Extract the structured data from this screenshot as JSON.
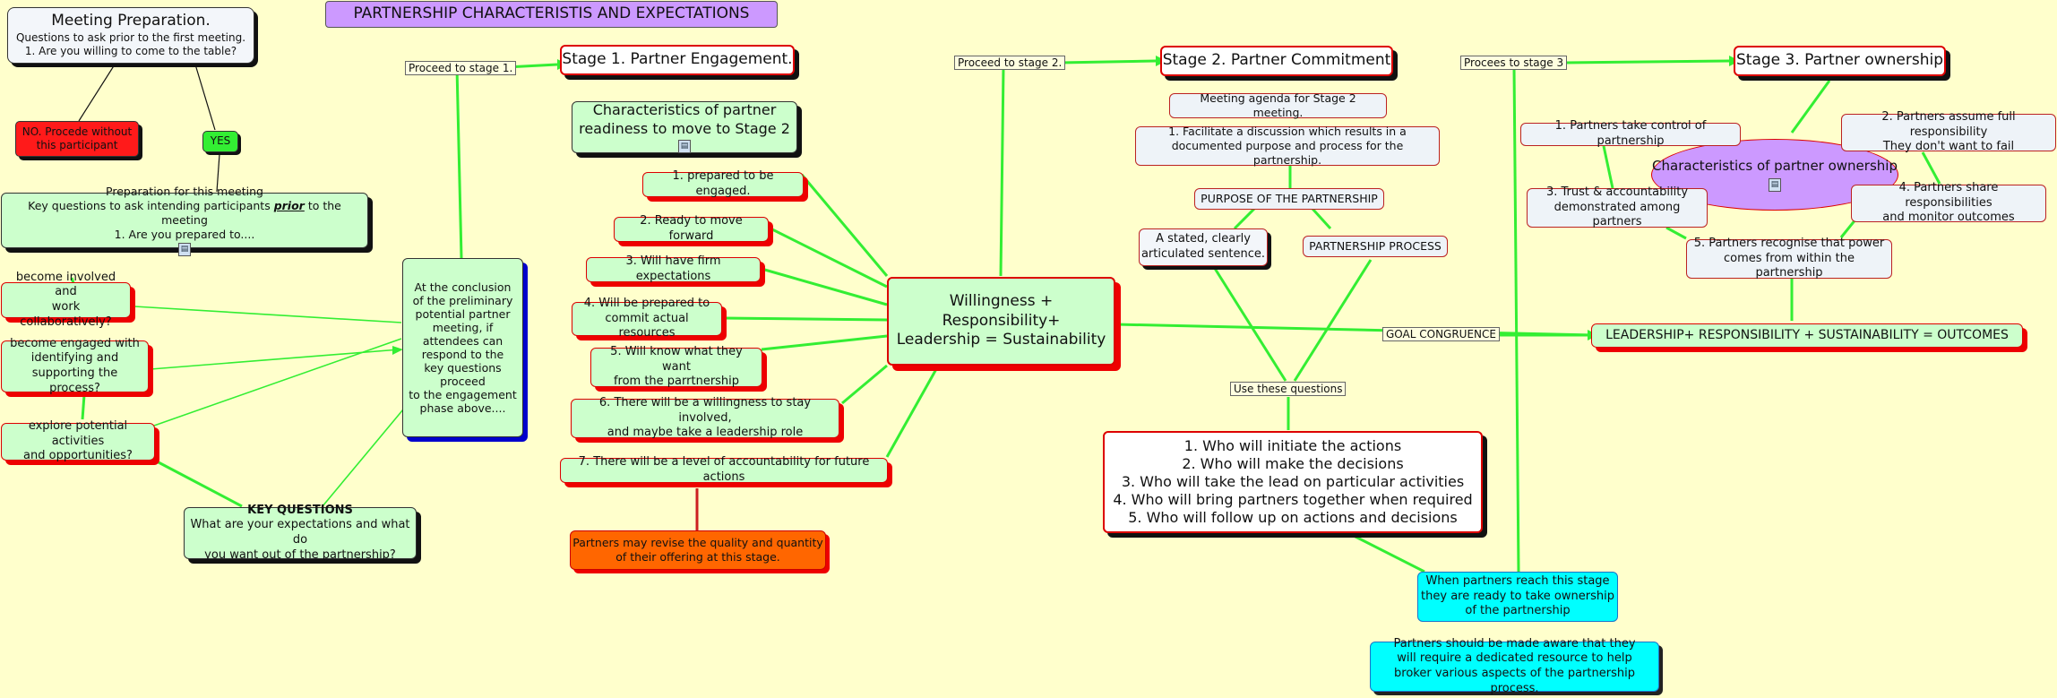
{
  "title": "PARTNERSHIP CHARACTERISTIS AND EXPECTATIONS",
  "meeting_prep": {
    "title": "Meeting Preparation.",
    "line1": "Questions to ask prior to the first meeting.",
    "line2": "1. Are you willing to come to the table?"
  },
  "no_node": {
    "line1": "NO. Procede without",
    "line2": "this participant"
  },
  "yes_node": "YES",
  "prep_meeting": {
    "title": "Preparation for this meeting",
    "line2_before": "Key questions to ask intending participants ",
    "line2_emph": "prior",
    "line2_after": "  to the meeting",
    "line3": "1. Are you prepared to...."
  },
  "left_questions": [
    {
      "l1": "become involved and",
      "l2": "work collaboratively?"
    },
    {
      "l1": "become engaged with",
      "l2": "identifying and",
      "l3": "supporting the process?"
    },
    {
      "l1": "explore potential activities",
      "l2": "and opportunities?"
    }
  ],
  "key_questions": {
    "title": "KEY QUESTIONS",
    "l1": "What are your expectations and what do",
    "l2": "you want out of the partnership?"
  },
  "conclusion": [
    "At the conclusion",
    "of the preliminary",
    "potential partner",
    "meeting, if",
    "attendees can",
    "respond  to the",
    "key questions",
    "proceed",
    "to the engagement",
    "phase  above...."
  ],
  "stage_labels": {
    "s1": "Proceed to stage 1.",
    "s2": "Proceed to stage 2.",
    "s3": "Procees to stage 3"
  },
  "stage1": "Stage 1. Partner Engagement.",
  "stage2": "Stage 2. Partner Commitment",
  "stage3": "Stage 3. Partner ownership",
  "readiness": {
    "l1": "Characteristics of partner",
    "l2": "readiness to move to Stage 2"
  },
  "readiness_items": [
    "1. prepared to be engaged.",
    "2. Ready to move forward",
    "3. Will have firm expectations",
    [
      "4. Will be prepared to",
      "commit actual resources"
    ],
    [
      "5. Will know what they want",
      "from the parrtnership"
    ],
    [
      "6. There will be a willingness to stay involved,",
      "and maybe take a leadership role"
    ],
    "7. There will be a level of accountability for future actions"
  ],
  "revise_note": {
    "l1": "Partners may revise the quality and quantity",
    "l2": "of their offering at this stage."
  },
  "center": {
    "l1": "Willingness + Responsibility+",
    "l2": "Leadership = Sustainability"
  },
  "goal_label": "GOAL CONGRUENCE",
  "outcomes": "LEADERSHIP+ RESPONSIBILITY + SUSTAINABILITY = OUTCOMES",
  "agenda": "Meeting agenda for Stage 2 meeting.",
  "facilitate": {
    "l1": "1. Facilitate a discussion which results in a",
    "l2": "documented purpose and process for the partnership."
  },
  "purpose": "PURPOSE OF THE PARTNERSHIP",
  "stated": {
    "l1": "A stated, clearly",
    "l2": "articulated sentence."
  },
  "process": "PARTNERSHIP PROCESS",
  "use_questions": "Use these questions",
  "who_questions": [
    "1. Who will initiate the actions",
    "2. Who will make the decisions",
    "3. Who will take the lead on particular activities",
    "4. Who will bring partners together when required",
    "5. Who will follow up on actions and decisions"
  ],
  "ready_note": {
    "l1": "When partners reach this stage",
    "l2": "they are ready to take ownership",
    "l3": "of the partnership"
  },
  "resource_note": {
    "l1": "Partners should be made aware that they",
    "l2": "will require a dedicated resource to help",
    "l3": "broker various aspects of the partnership process."
  },
  "ownership": {
    "center": "Characteristics of partner ownership",
    "items": [
      "1. Partners take control of partnership",
      [
        "2. Partners assume full responsibility",
        "They don't want to fail"
      ],
      [
        "3. Trust & accountability",
        "demonstrated among partners"
      ],
      [
        "4. Partners share responsibilities",
        "and monitor outcomes"
      ],
      [
        "5. Partners recognise that power",
        "comes from within the partnership"
      ]
    ]
  },
  "colors": {
    "link": "#33ee33",
    "accent_red": "#dd0000",
    "title_bg": "#cc99ff",
    "ellipse": "#cc99ff",
    "orange": "#ff6600",
    "cyan": "#00ffff"
  }
}
